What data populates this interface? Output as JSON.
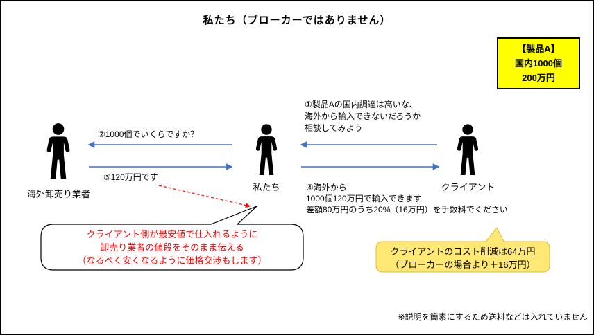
{
  "title": "私たち（ブローカーではありません）",
  "product_box": {
    "line1": "【製品A】",
    "line2": "国内1000個",
    "line3": "200万円"
  },
  "actors": {
    "wholesaler": "海外卸売り業者",
    "us": "私たち",
    "client": "クライアント"
  },
  "messages": {
    "step1": [
      "①製品Aの国内調達は高いな、",
      "海外から輸入できないだろうか",
      "相談してみよう"
    ],
    "step2": "②1000個でいくらですか？",
    "step3": "③120万円です",
    "step4": [
      "④海外から",
      "1000個120万円で輸入できます",
      "差額80万円のうち20%（16万円）を手数料でください"
    ]
  },
  "speech_bubble": {
    "line1": "クライアント側が最安値で仕入れるように",
    "line2": "卸売り業者の値段をそのまま伝える",
    "line3": "（なるべく安くなるように価格交渉もします）"
  },
  "cost_callout": {
    "line1": "クライアントのコスト削減は64万円",
    "line2": "（ブローカーの場合より＋16万円）"
  },
  "footnote": "※説明を簡素にするため送料などは入れていません",
  "colors": {
    "arrow_blue": "#4472C4",
    "annotation_red": "#FF0000",
    "product_box_yellow": "#FFFF00",
    "callout_yellow": "#FFE873"
  }
}
